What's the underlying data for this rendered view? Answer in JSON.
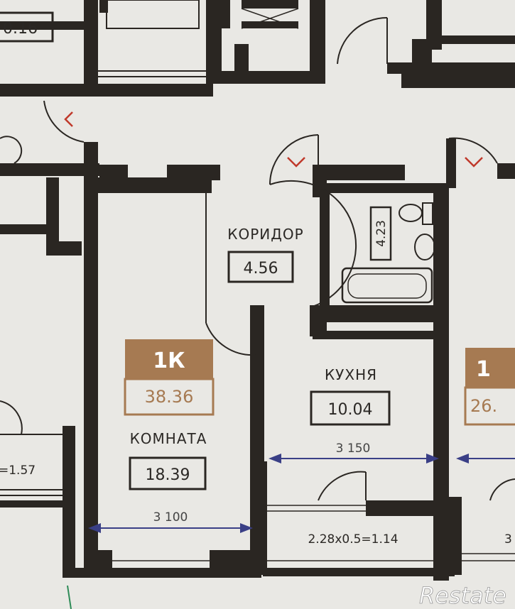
{
  "apartment": {
    "type_badge": "1К",
    "total_area": "38.36"
  },
  "rooms": {
    "corridor": {
      "name": "КОРИДОР",
      "area": "4.56"
    },
    "kitchen": {
      "name": "КУХНЯ",
      "area": "10.04",
      "width": "3 150"
    },
    "room": {
      "name": "КОМНАТА",
      "area": "18.39",
      "width": "3 100"
    },
    "bathroom": {
      "area": "4.23"
    },
    "balcony": {
      "formula": "2.28x0.5=1.14"
    }
  },
  "neighbors": {
    "top_left_area": "0.16",
    "left_balcony": "=1.57",
    "right_badge": "1",
    "right_area": "26.",
    "right_dim": "3"
  },
  "watermark": {
    "text": "Restate"
  },
  "colors": {
    "wall": "#2a2622",
    "badge": "#a67a52",
    "dimension": "#3a3f86",
    "door_mark": "#c0392b"
  }
}
